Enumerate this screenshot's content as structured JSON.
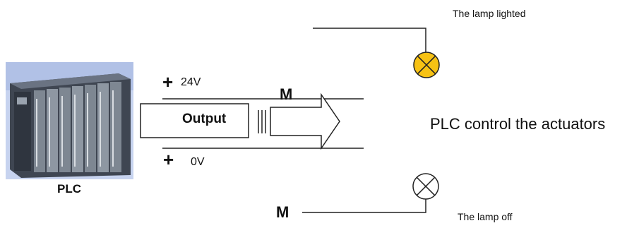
{
  "labels": {
    "lamp_on": "The lamp lighted",
    "lamp_off": "The lamp off",
    "plc": "PLC",
    "plus_top": "+",
    "voltage_top": "24V",
    "plus_bottom": "+",
    "voltage_bottom": "0V",
    "m_top": "M",
    "m_bottom": "M",
    "output": "Output",
    "caption": "PLC control the actuators"
  },
  "colors": {
    "lamp_on_fill": "#f7c214",
    "lamp_off_fill": "#ffffff",
    "line": "#222222",
    "plc_body": "#5b6472",
    "plc_module": "#8b949e",
    "plc_bg": "#b9c7e8"
  },
  "icons": {
    "lamp_on": "lamp-lit-icon",
    "lamp_off": "lamp-off-icon",
    "plc": "plc-rack-image"
  }
}
